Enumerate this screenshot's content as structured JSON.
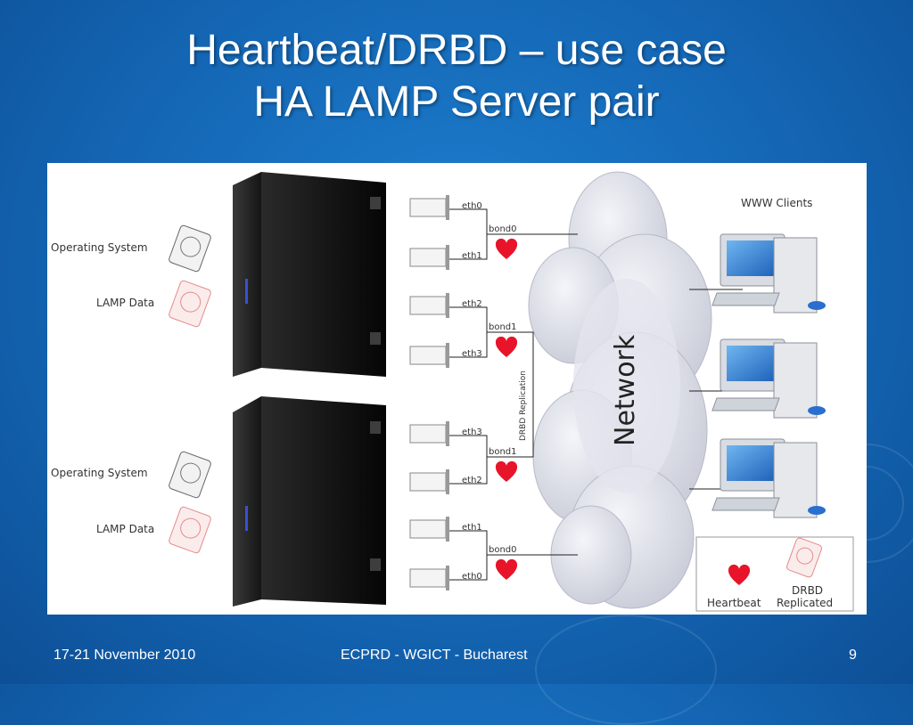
{
  "slide": {
    "title_line1": "Heartbeat/DRBD – use case",
    "title_line2": "HA LAMP Server pair"
  },
  "diagram": {
    "server_top": {
      "os_label": "Operating System",
      "data_label": "LAMP Data",
      "bond_a": "bond0",
      "bond_b": "bond1",
      "nic_1": "eth0",
      "nic_2": "eth1",
      "nic_3": "eth2",
      "nic_4": "eth3"
    },
    "server_bottom": {
      "os_label": "Operating System",
      "data_label": "LAMP Data",
      "bond_a": "bond1",
      "bond_b": "bond0",
      "nic_1": "eth3",
      "nic_2": "eth2",
      "nic_3": "eth1",
      "nic_4": "eth0"
    },
    "replication_label": "DRBD Replication",
    "network_label": "Network",
    "clients_label": "WWW Clients",
    "legend": {
      "heartbeat": "Heartbeat",
      "drbd_line1": "DRBD",
      "drbd_line2": "Replicated"
    },
    "colors": {
      "heart": "#e8142a",
      "cloud": "#d8dbe6",
      "server": "#141414"
    }
  },
  "footer": {
    "date": "17-21 November 2010",
    "event": "ECPRD - WGICT - Bucharest",
    "page": "9"
  }
}
